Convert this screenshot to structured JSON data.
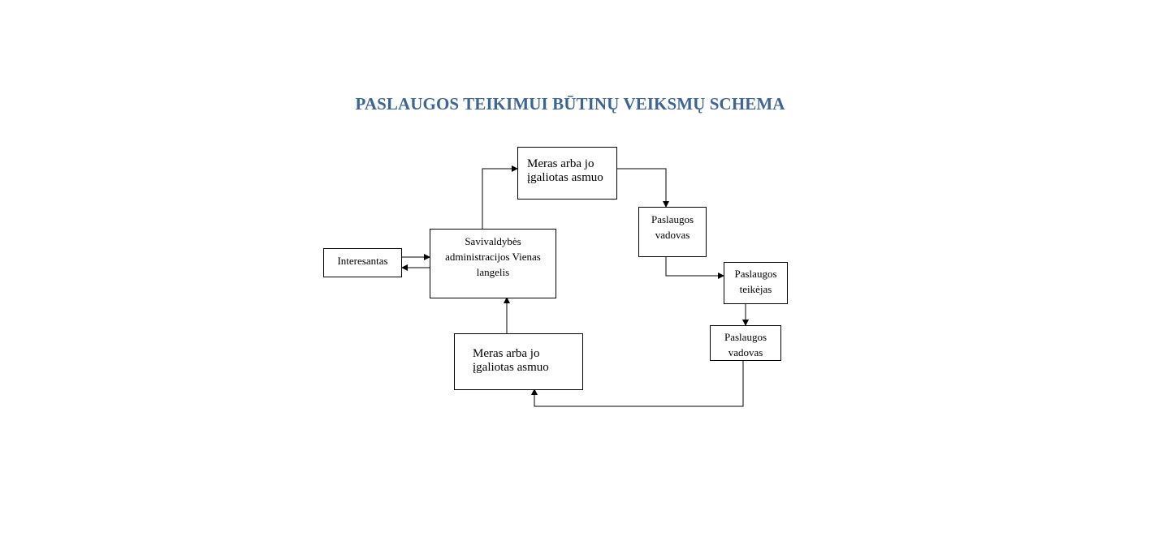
{
  "diagram": {
    "title": "PASLAUGOS TEIKIMUI BŪTINŲ VEIKSMŲ SCHEMA",
    "nodes": {
      "interesantas": "Interesantas",
      "vienas_langelis": "Savivaldybės\nadministracijos Vienas\nlangelis",
      "meras_top": "Meras arba jo\nįgaliotas asmuo",
      "vadovas_1": "Paslaugos\nvadovas",
      "teikejas": "Paslaugos\nteikėjas",
      "vadovas_2": "Paslaugos\nvadovas",
      "meras_bottom": "Meras arba jo\nįgaliotas asmuo"
    }
  }
}
